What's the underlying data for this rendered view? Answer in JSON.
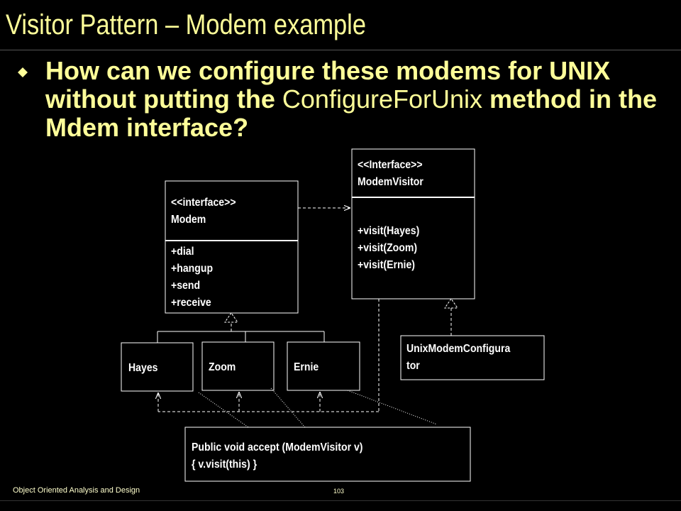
{
  "slide": {
    "title": "Visitor Pattern – Modem example",
    "bullet": {
      "icon": "diamond-bullet-icon",
      "part1": "How can we configure these modems for UNIX without putting the ",
      "part2": "ConfigureForUnix",
      "part3": " method in the Mdem interface?"
    }
  },
  "diagram": {
    "modem": {
      "stereotype": "<<interface>>",
      "name": "Modem",
      "methods": [
        "+dial",
        "+hangup",
        "+send",
        "+receive"
      ]
    },
    "modem_visitor": {
      "stereotype": "<<Interface>>",
      "name": "ModemVisitor",
      "methods": [
        "+visit(Hayes)",
        "+visit(Zoom)",
        "+visit(Ernie)"
      ]
    },
    "hayes": "Hayes",
    "zoom": "Zoom",
    "ernie": "Ernie",
    "unix_configurator": [
      "UnixModemConfigura",
      "tor"
    ],
    "accept_note": [
      "Public void accept (ModemVisitor v)",
      "{ v.visit(this) }"
    ]
  },
  "footer": {
    "course": "Object Oriented Analysis and Design",
    "page": "103"
  },
  "colors": {
    "background": "#000000",
    "title_text": "#ffff99",
    "diagram_text": "#ffffff",
    "box_border": "#ffffff"
  }
}
